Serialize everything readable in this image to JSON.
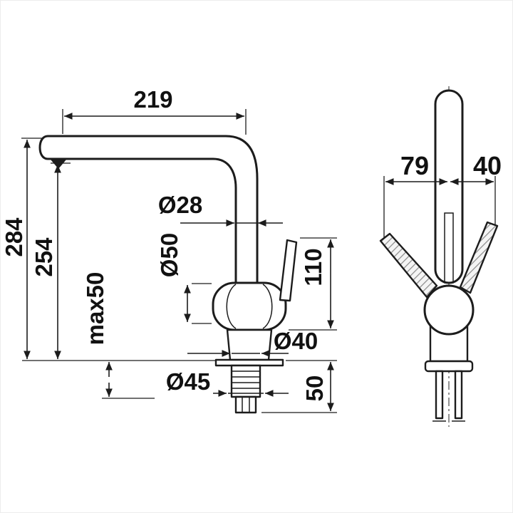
{
  "colors": {
    "ink": "#1c1c1c",
    "hatch": "#8a8a8a",
    "background": "#ffffff"
  },
  "front_view": {
    "spout_reach": "219",
    "total_height": "284",
    "spout_height": "254",
    "max_mounting_thickness": "max50",
    "spout_tube_diameter": "Ø28",
    "body_diameter": "Ø50",
    "lever_length": "110",
    "shank_diameter": "Ø40",
    "hole_diameter": "Ø45",
    "shank_length": "50"
  },
  "side_view": {
    "lever_reach_front": "79",
    "lever_reach_back": "40"
  }
}
